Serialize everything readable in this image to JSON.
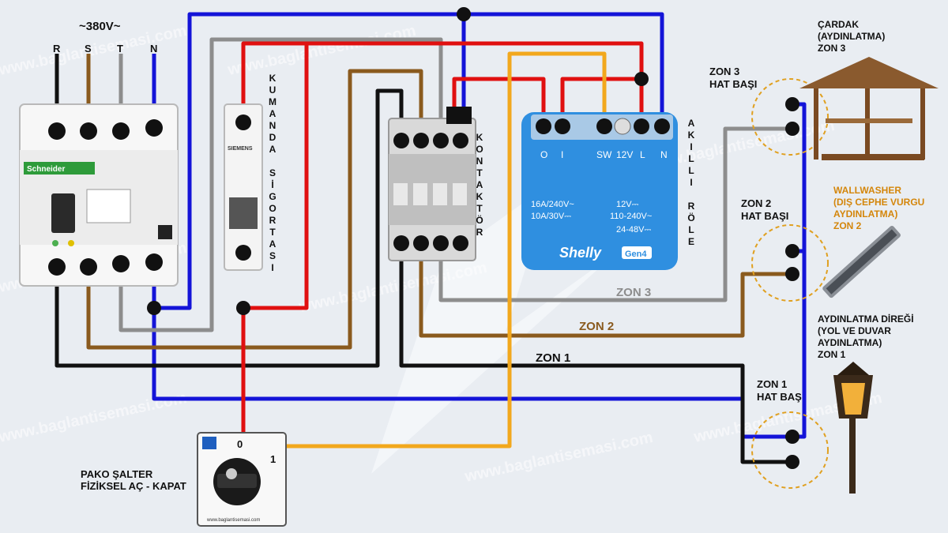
{
  "supply": {
    "voltage": "~380V~",
    "phases": [
      "R",
      "S",
      "T",
      "N"
    ]
  },
  "breaker_brand": "Schneider",
  "breaker_text": "Schneider",
  "mcb": {
    "brand": "SIEMENS",
    "vertical_label": [
      "K",
      "U",
      "M",
      "A",
      "N",
      "D",
      "A",
      "",
      "S",
      "İ",
      "G",
      "O",
      "R",
      "T",
      "A",
      "S",
      "I"
    ]
  },
  "contactor": {
    "vertical_label": [
      "K",
      "O",
      "N",
      "T",
      "A",
      "K",
      "T",
      "Ö",
      "R"
    ]
  },
  "relay": {
    "brand": "Shelly",
    "model": "Gen4",
    "terminals": [
      "O",
      "I",
      "SW",
      "12V",
      "L",
      "N"
    ],
    "rating_left": [
      "16A/240V~",
      "10A/30V⎓"
    ],
    "rating_right": [
      "12V⎓",
      "110-240V~",
      "24-48V⎓"
    ],
    "vertical_label": [
      "A",
      "K",
      "I",
      "L",
      "L",
      "I",
      "",
      "R",
      "Ö",
      "L",
      "E"
    ]
  },
  "switch": {
    "pos0": "0",
    "pos1": "1",
    "caption_line1": "PAKO ŞALTER",
    "caption_line2": "FİZİKSEL AÇ - KAPAT",
    "site": "www.baglantisemasi.com"
  },
  "wires": {
    "zon1": "ZON 1",
    "zon2": "ZON 2",
    "zon3": "ZON 3"
  },
  "zones": {
    "zon3_head": [
      "ZON 3",
      "HAT BAŞI"
    ],
    "zon2_head": [
      "ZON 2",
      "HAT BAŞI"
    ],
    "zon1_head": [
      "ZON 1",
      "HAT BAŞ"
    ],
    "cardak": [
      "ÇARDAK",
      "(AYDINLATMA)",
      "ZON 3"
    ],
    "wallwasher": [
      "WALLWASHER",
      "(DIŞ CEPHE VURGU",
      "AYDINLATMA)",
      "ZON 2"
    ],
    "direk": [
      "AYDINLATMA DİREĞİ",
      "(YOL VE DUVAR",
      "AYDINLATMA)",
      "ZON 1"
    ]
  },
  "watermark": "www.baglantisemasi.com",
  "colors": {
    "black": "#111111",
    "brown": "#8a5a1e",
    "gray": "#8d8d8d",
    "blue": "#1414d8",
    "red": "#e01010",
    "yellow": "#f2a81d",
    "orange_text": "#d4860b",
    "background": "#e9edf2"
  }
}
